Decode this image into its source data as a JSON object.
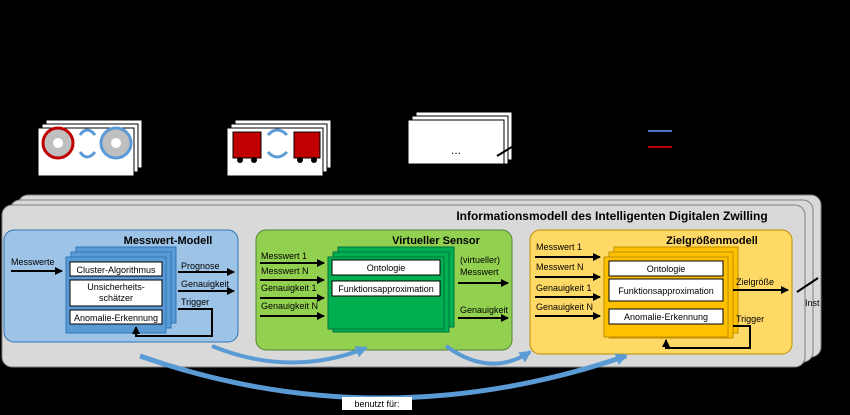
{
  "top_icons": {
    "ellipsis": "..."
  },
  "legend": {
    "blue_color": "#4472C4",
    "red_color": "#C00000"
  },
  "info_model": {
    "title": "Informationsmodell des Intelligenten Digitalen Zwilling",
    "right_cut_label": "Inst"
  },
  "messwert_modell": {
    "title": "Messwert-Modell",
    "input": "Messwerte",
    "boxes": [
      "Cluster-Algorithmus",
      "Unsicherheits-",
      "schätzer",
      "Anomalie-Erkennung"
    ],
    "outputs": [
      "Prognose",
      "Genauigkeit",
      "Trigger"
    ]
  },
  "virtueller_sensor": {
    "title": "Virtueller Sensor",
    "inputs": [
      "Messwert 1",
      "Messwert N",
      "Genauigkeit 1",
      "Genauigkeit N"
    ],
    "boxes": [
      "Ontologie",
      "Funktionsapproximation"
    ],
    "outputs": [
      "(virtueller)",
      "Messwert",
      "Genauigkeit"
    ]
  },
  "zielgroessenmodell": {
    "title": "Zielgrößenmodell",
    "inputs": [
      "Messwert 1",
      "Messwert N",
      "Genauigkeit 1",
      "Genauigkeit N"
    ],
    "boxes": [
      "Ontologie",
      "Funktionsapproximation",
      "Anomalie-Erkennung"
    ],
    "outputs": [
      "Zielgröße",
      "Trigger"
    ]
  },
  "bottom_label": "benutzt für:"
}
